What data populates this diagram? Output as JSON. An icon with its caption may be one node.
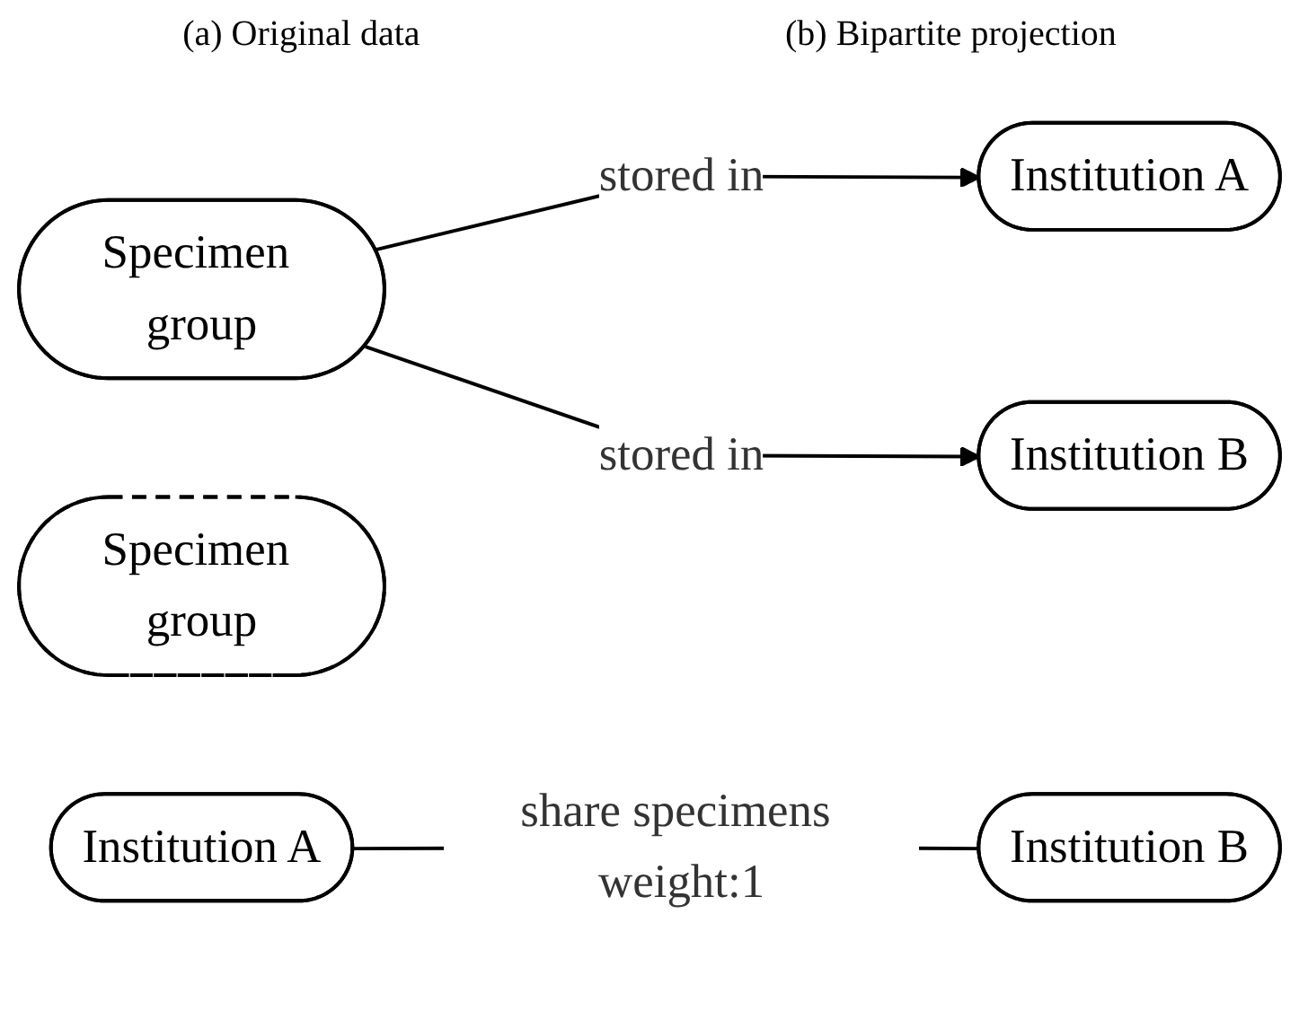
{
  "diagram": {
    "nodes": [
      {
        "text": [
          "Specimen group"
        ]
      },
      {
        "text": [
          "Institution A"
        ]
      },
      {
        "text": [
          "Institution B"
        ]
      },
      {
        "text": [
          "Specimen group"
        ]
      },
      {
        "text": [
          "Institution A"
        ]
      },
      {
        "text": [
          "Institution B"
        ]
      }
    ],
    "edges": [
      {
        "from": 0,
        "to": 1,
        "arrow": "to",
        "label": "stored in"
      },
      {
        "from": 0,
        "to": 2,
        "arrow": "to",
        "label": "stored in"
      },
      {
        "from": 4,
        "to": 5,
        "arrow": "none",
        "label": "share specimens weight:1"
      }
    ],
    "labels": [
      "(a) Original data",
      "(b) Bipartite projection"
    ]
  }
}
